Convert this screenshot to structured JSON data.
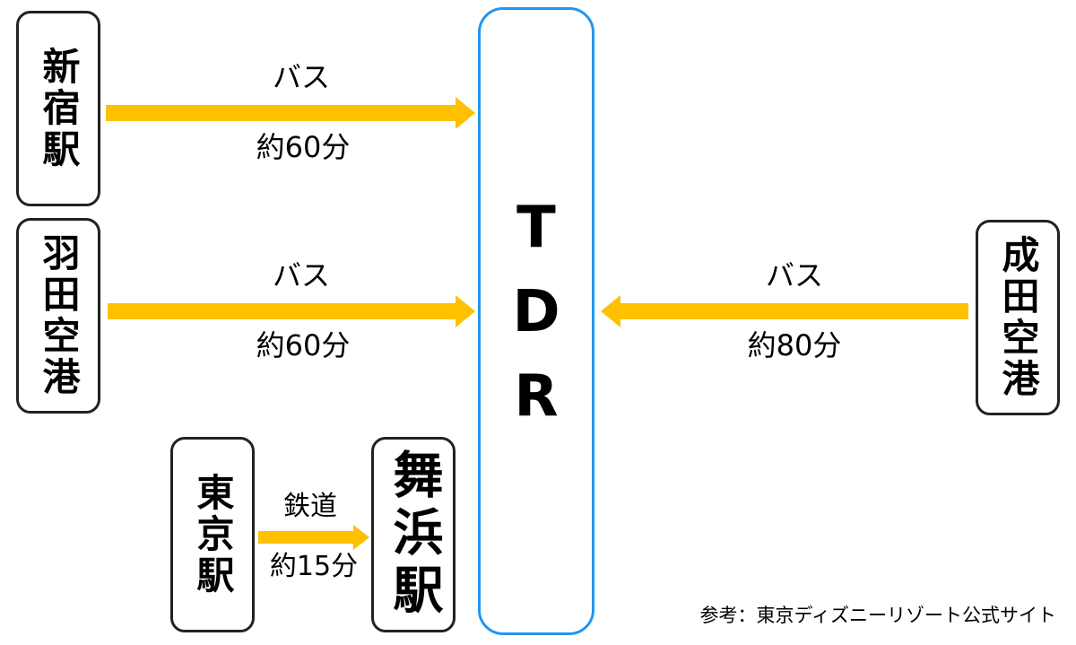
{
  "colors": {
    "arrow": "#ffc000",
    "tdr_border": "#2196f3",
    "node_border": "#222222"
  },
  "nodes": {
    "shinjuku": "新宿駅",
    "haneda": "羽田空港",
    "tokyo": "東京駅",
    "maihama": "舞浜駅",
    "tdr": "TDR",
    "narita": "成田空港"
  },
  "routes": {
    "shinjuku": {
      "mode": "バス",
      "time": "約60分"
    },
    "haneda": {
      "mode": "バス",
      "time": "約60分"
    },
    "narita": {
      "mode": "バス",
      "time": "約80分"
    },
    "tokyo": {
      "mode": "鉄道",
      "time": "約15分"
    }
  },
  "source": "参考：東京ディズニーリゾート公式サイト"
}
